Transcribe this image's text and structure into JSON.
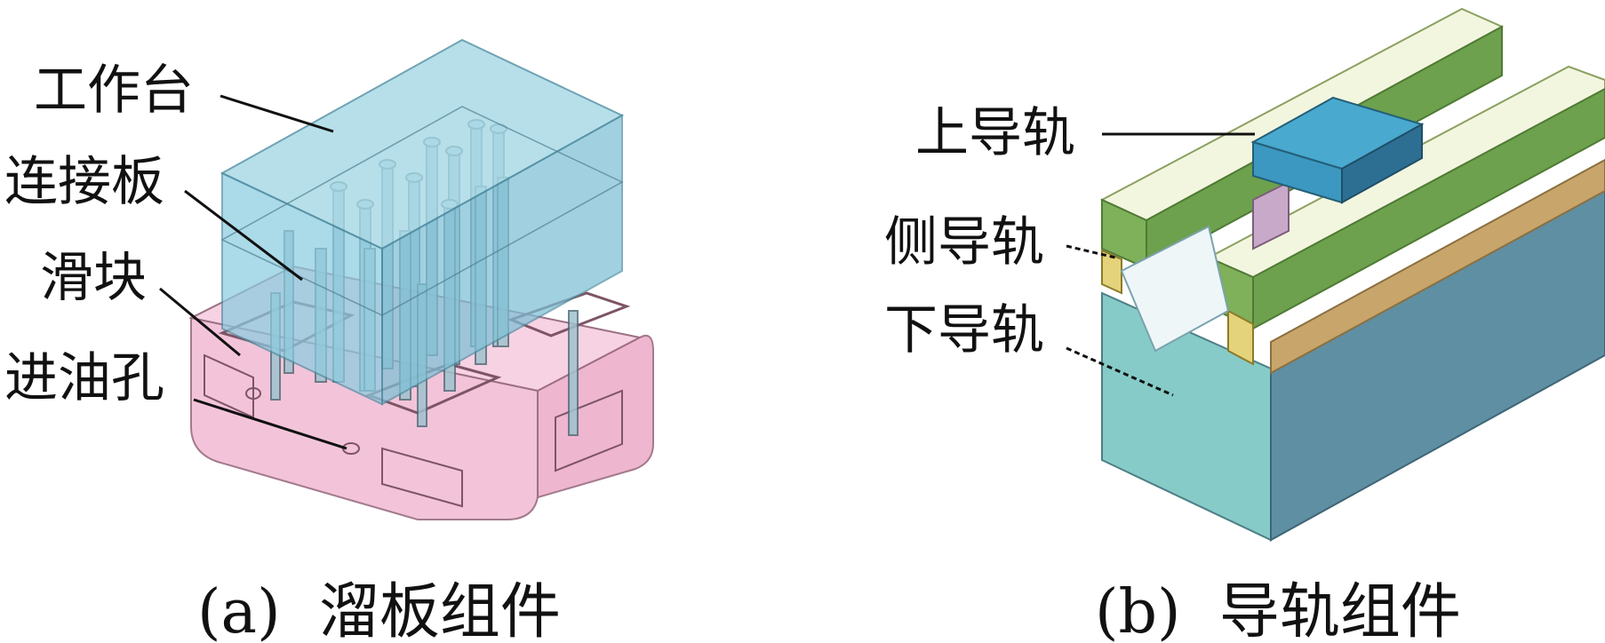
{
  "panel_a": {
    "labels": {
      "worktable": "工作台",
      "connecting_plate": "连接板",
      "slider": "滑块",
      "oil_hole": "进油孔"
    },
    "caption": "(a)  溜板组件"
  },
  "panel_b": {
    "labels": {
      "upper_rail": "上导轨",
      "side_rail": "侧导轨",
      "lower_rail": "下导轨"
    },
    "caption": "(b)  导轨组件"
  },
  "colors": {
    "worktable": "#7ec8dc",
    "slider": "#f3bfd6",
    "rail_top": "#f3f6df",
    "rail_green": "#7fb05a",
    "rail_brown": "#c8a56a",
    "base_front": "#86cbc8",
    "base_side": "#5f8fa3",
    "upper_rail": "#3c98c0"
  }
}
